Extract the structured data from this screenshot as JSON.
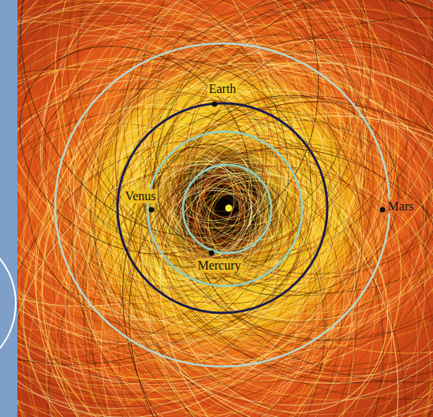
{
  "diagram": {
    "labels": [
      "Earth",
      "Venus",
      "Mercury",
      "Mars"
    ]
  }
}
